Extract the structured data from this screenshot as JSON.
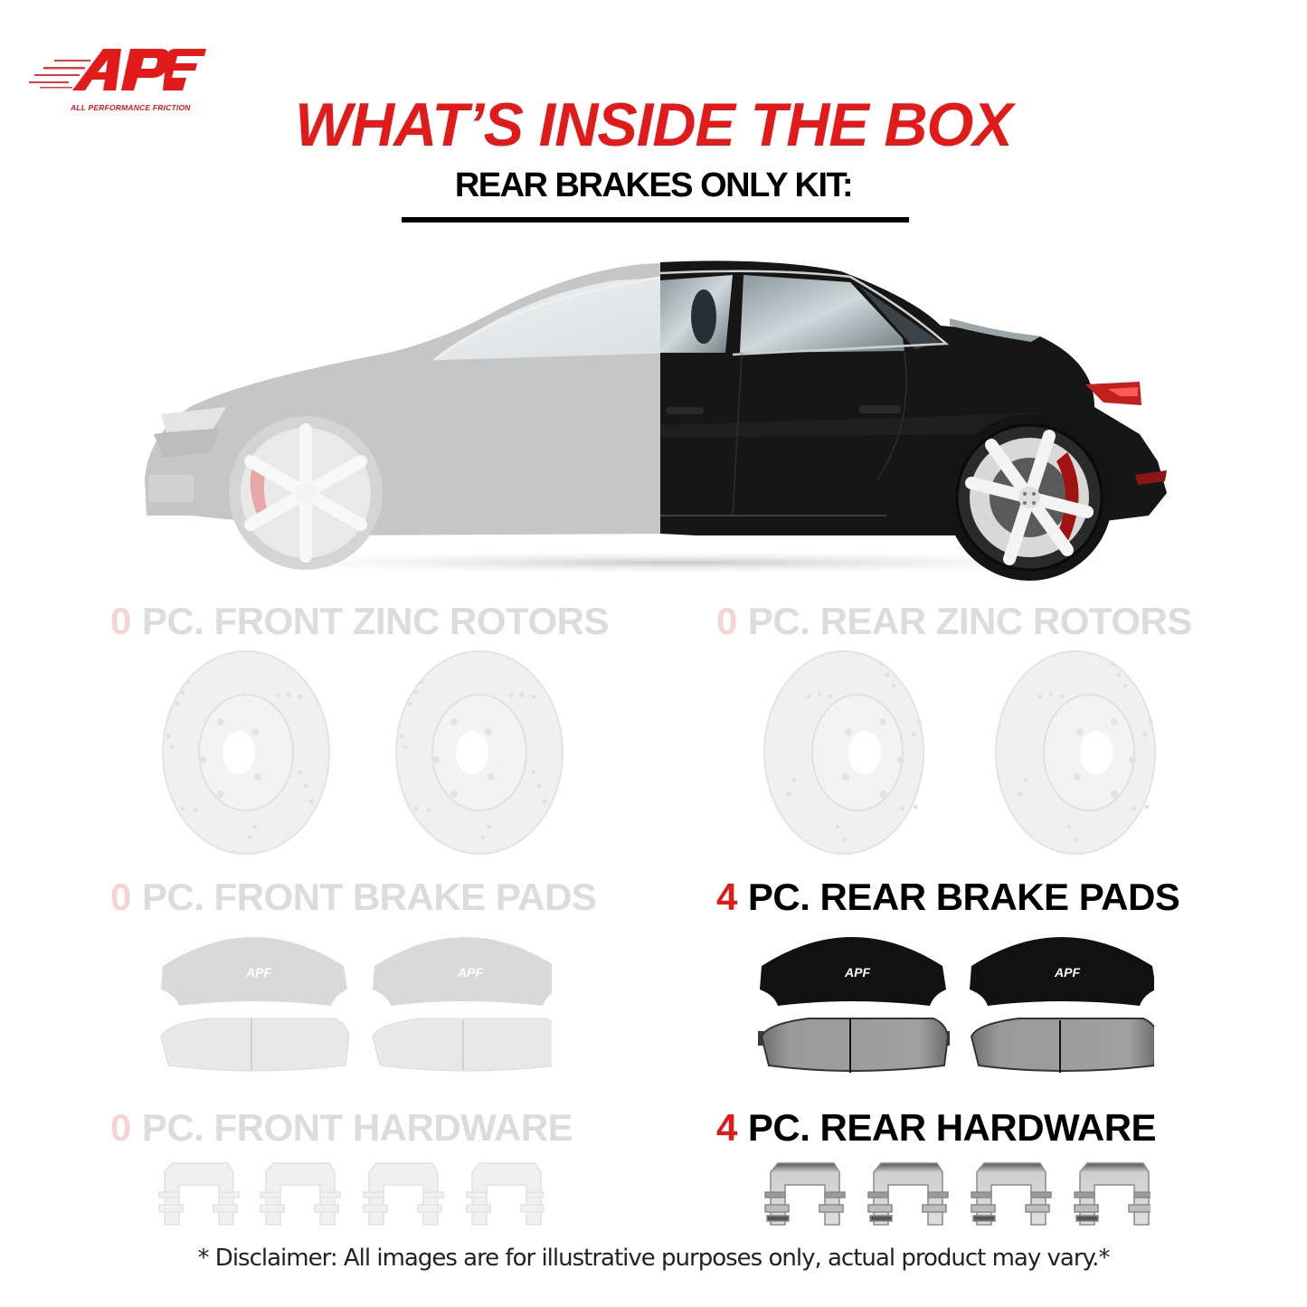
{
  "brand": {
    "logo_text": "APF",
    "tagline": "ALL PERFORMANCE FRICTION",
    "color": "#e21a1a"
  },
  "header": {
    "title": "WHAT’S INSIDE THE BOX",
    "subtitle": "REAR BRAKES ONLY KIT:"
  },
  "hero": {
    "image": "sedan-car-illustration",
    "front_half": "faded",
    "rear_half": "highlighted"
  },
  "sections": {
    "front_rotors": {
      "qty": "0",
      "label": "PC. FRONT ZINC ROTORS",
      "included": false,
      "icon": "brake-rotor-icon"
    },
    "rear_rotors": {
      "qty": "0",
      "label": "PC. REAR ZINC ROTORS",
      "included": false,
      "icon": "brake-rotor-icon"
    },
    "front_pads": {
      "qty": "0",
      "label": "PC. FRONT BRAKE PADS",
      "included": false,
      "icon": "brake-pad-icon",
      "pad_logo": "APF"
    },
    "rear_pads": {
      "qty": "4",
      "label": "PC. REAR BRAKE PADS",
      "included": true,
      "icon": "brake-pad-icon",
      "pad_logo": "APF"
    },
    "front_hardware": {
      "qty": "0",
      "label": "PC. FRONT HARDWARE",
      "included": false,
      "icon": "hardware-clip-icon"
    },
    "rear_hardware": {
      "qty": "4",
      "label": "PC. REAR HARDWARE",
      "included": true,
      "icon": "hardware-clip-icon"
    }
  },
  "footer": {
    "disclaimer": "* Disclaimer: All images are for illustrative purposes only, actual product may vary.*"
  },
  "colors": {
    "accent_red": "#e21a1a",
    "inactive_text": "#dcdcdc",
    "inactive_qty": "#f6d4d4",
    "active_text": "#000000"
  }
}
